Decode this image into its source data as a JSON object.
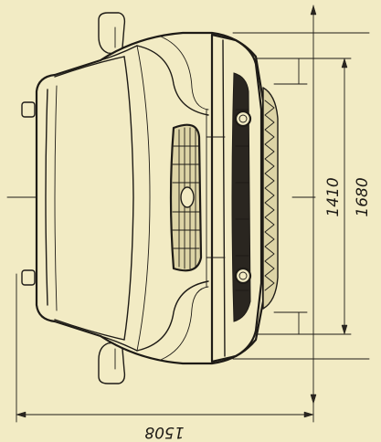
{
  "dimensions": {
    "overall_width": "1680",
    "front_track": "1410",
    "wheelbase_side": "1508"
  },
  "colors": {
    "paper": "#f2ebc4",
    "ink": "#1e1b16"
  }
}
